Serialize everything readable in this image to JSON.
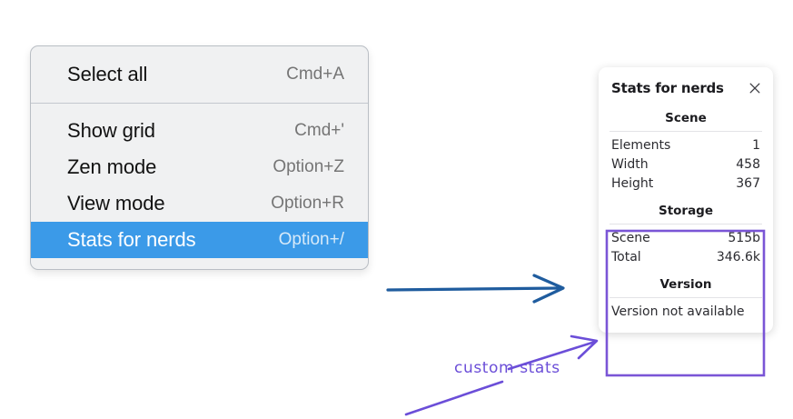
{
  "context_menu": {
    "groups": [
      {
        "items": [
          {
            "label": "Select all",
            "shortcut": "Cmd+A",
            "selected": false
          }
        ]
      },
      {
        "items": [
          {
            "label": "Show grid",
            "shortcut": "Cmd+'",
            "selected": false
          },
          {
            "label": "Zen mode",
            "shortcut": "Option+Z",
            "selected": false
          },
          {
            "label": "View mode",
            "shortcut": "Option+R",
            "selected": false
          },
          {
            "label": "Stats for nerds",
            "shortcut": "Option+/",
            "selected": true
          }
        ]
      }
    ],
    "highlight_color": "#3b9ae8"
  },
  "stats_panel": {
    "title": "Stats for nerds",
    "close_icon": "close-icon",
    "sections": [
      {
        "heading": "Scene",
        "rows": [
          {
            "label": "Elements",
            "value": "1"
          },
          {
            "label": "Width",
            "value": "458"
          },
          {
            "label": "Height",
            "value": "367"
          }
        ]
      },
      {
        "heading": "Storage",
        "rows": [
          {
            "label": "Scene",
            "value": "515b"
          },
          {
            "label": "Total",
            "value": "346.6k"
          }
        ]
      },
      {
        "heading": "Version",
        "note": "Version not available"
      }
    ]
  },
  "annotations": {
    "label": "custom stats",
    "label_color": "#6b4ed8",
    "highlight_box_color": "#7a55d6",
    "blue_arrow_color": "#1f5c9e"
  }
}
